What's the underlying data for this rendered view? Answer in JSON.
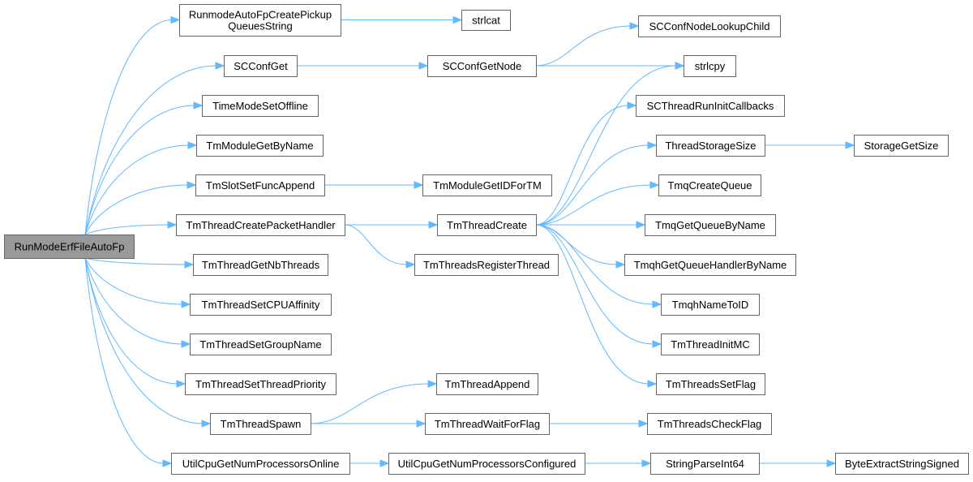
{
  "graph": {
    "edge_color": "#63b8ff",
    "node_border": "#666666",
    "root_fill": "#999999",
    "node_fill": "#ffffff",
    "nodes": [
      {
        "id": "n0",
        "lines": [
          "RunModeErfFileAutoFp"
        ],
        "root": true
      },
      {
        "id": "n1",
        "lines": [
          "RunmodeAutoFpCreatePickup",
          "QueuesString"
        ]
      },
      {
        "id": "n2",
        "lines": [
          "strlcat"
        ]
      },
      {
        "id": "n3",
        "lines": [
          "SCConfGet"
        ]
      },
      {
        "id": "n4",
        "lines": [
          "SCConfGetNode"
        ]
      },
      {
        "id": "n5",
        "lines": [
          "SCConfNodeLookupChild"
        ]
      },
      {
        "id": "n6",
        "lines": [
          "strlcpy"
        ]
      },
      {
        "id": "n7",
        "lines": [
          "TimeModeSetOffline"
        ]
      },
      {
        "id": "n8",
        "lines": [
          "TmModuleGetByName"
        ]
      },
      {
        "id": "n9",
        "lines": [
          "TmSlotSetFuncAppend"
        ]
      },
      {
        "id": "n10",
        "lines": [
          "TmModuleGetIDForTM"
        ]
      },
      {
        "id": "n11",
        "lines": [
          "TmThreadCreatePacketHandler"
        ]
      },
      {
        "id": "n12",
        "lines": [
          "TmThreadCreate"
        ]
      },
      {
        "id": "n13",
        "lines": [
          "SCThreadRunInitCallbacks"
        ]
      },
      {
        "id": "n14",
        "lines": [
          "ThreadStorageSize"
        ]
      },
      {
        "id": "n15",
        "lines": [
          "StorageGetSize"
        ]
      },
      {
        "id": "n16",
        "lines": [
          "TmqCreateQueue"
        ]
      },
      {
        "id": "n17",
        "lines": [
          "TmqGetQueueByName"
        ]
      },
      {
        "id": "n18",
        "lines": [
          "TmqhGetQueueHandlerByName"
        ]
      },
      {
        "id": "n19",
        "lines": [
          "TmqhNameToID"
        ]
      },
      {
        "id": "n20",
        "lines": [
          "TmThreadInitMC"
        ]
      },
      {
        "id": "n21",
        "lines": [
          "TmThreadsSetFlag"
        ]
      },
      {
        "id": "n22",
        "lines": [
          "TmThreadsRegisterThread"
        ]
      },
      {
        "id": "n23",
        "lines": [
          "TmThreadGetNbThreads"
        ]
      },
      {
        "id": "n24",
        "lines": [
          "TmThreadSetCPUAffinity"
        ]
      },
      {
        "id": "n25",
        "lines": [
          "TmThreadSetGroupName"
        ]
      },
      {
        "id": "n26",
        "lines": [
          "TmThreadSetThreadPriority"
        ]
      },
      {
        "id": "n27",
        "lines": [
          "TmThreadSpawn"
        ]
      },
      {
        "id": "n28",
        "lines": [
          "TmThreadAppend"
        ]
      },
      {
        "id": "n29",
        "lines": [
          "TmThreadWaitForFlag"
        ]
      },
      {
        "id": "n30",
        "lines": [
          "TmThreadsCheckFlag"
        ]
      },
      {
        "id": "n31",
        "lines": [
          "UtilCpuGetNumProcessorsOnline"
        ]
      },
      {
        "id": "n32",
        "lines": [
          "UtilCpuGetNumProcessorsConfigured"
        ]
      },
      {
        "id": "n33",
        "lines": [
          "StringParseInt64"
        ]
      },
      {
        "id": "n34",
        "lines": [
          "ByteExtractStringSigned"
        ]
      }
    ],
    "edges": [
      [
        "n0",
        "n1"
      ],
      [
        "n0",
        "n3"
      ],
      [
        "n0",
        "n7"
      ],
      [
        "n0",
        "n8"
      ],
      [
        "n0",
        "n9"
      ],
      [
        "n0",
        "n11"
      ],
      [
        "n0",
        "n23"
      ],
      [
        "n0",
        "n24"
      ],
      [
        "n0",
        "n25"
      ],
      [
        "n0",
        "n26"
      ],
      [
        "n0",
        "n27"
      ],
      [
        "n0",
        "n31"
      ],
      [
        "n1",
        "n2"
      ],
      [
        "n3",
        "n4"
      ],
      [
        "n4",
        "n5"
      ],
      [
        "n4",
        "n6"
      ],
      [
        "n9",
        "n10"
      ],
      [
        "n11",
        "n12"
      ],
      [
        "n11",
        "n22"
      ],
      [
        "n12",
        "n6"
      ],
      [
        "n12",
        "n13"
      ],
      [
        "n12",
        "n14"
      ],
      [
        "n12",
        "n16"
      ],
      [
        "n12",
        "n17"
      ],
      [
        "n12",
        "n18"
      ],
      [
        "n12",
        "n19"
      ],
      [
        "n12",
        "n20"
      ],
      [
        "n12",
        "n21"
      ],
      [
        "n14",
        "n15"
      ],
      [
        "n27",
        "n28"
      ],
      [
        "n27",
        "n29"
      ],
      [
        "n29",
        "n30"
      ],
      [
        "n31",
        "n32"
      ],
      [
        "n32",
        "n33"
      ],
      [
        "n33",
        "n34"
      ]
    ]
  }
}
